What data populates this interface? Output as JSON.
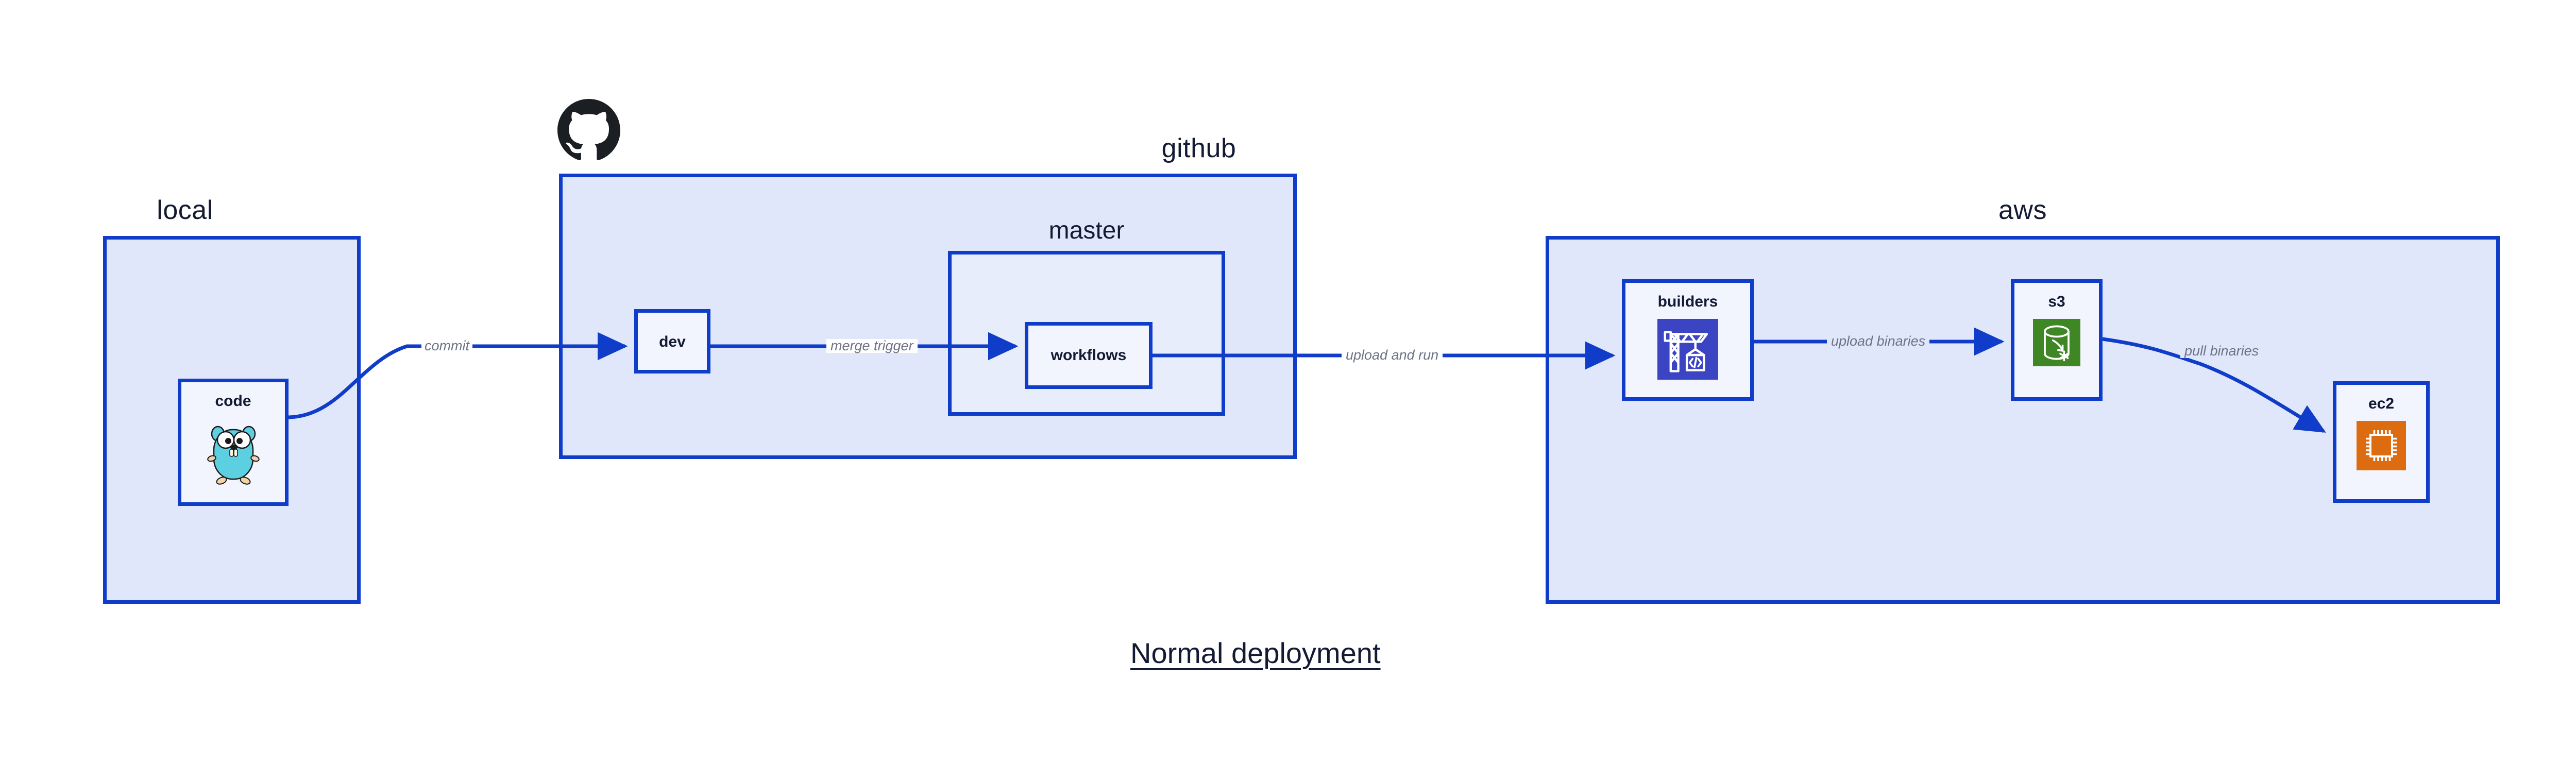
{
  "diagram": {
    "title": "Normal deployment",
    "accent_color": "#0f3cc9",
    "group_fill": "#e1e7fb",
    "node_fill": "#f2f5fe",
    "text_color": "#131a33",
    "edge_label_color": "#6d7385"
  },
  "groups": [
    {
      "id": "local",
      "label": "local"
    },
    {
      "id": "github",
      "label": "github"
    },
    {
      "id": "aws",
      "label": "aws"
    }
  ],
  "subgroups": [
    {
      "id": "master",
      "label": "master",
      "parent": "github"
    }
  ],
  "nodes": [
    {
      "id": "code",
      "label": "code",
      "icon": "go-gopher-icon",
      "parent": "local"
    },
    {
      "id": "dev",
      "label": "dev",
      "icon": null,
      "parent": "github"
    },
    {
      "id": "workflows",
      "label": "workflows",
      "icon": null,
      "parent": "master"
    },
    {
      "id": "builders",
      "label": "builders",
      "icon": "aws-codebuild-icon",
      "parent": "aws",
      "icon_color": "#3b45c4"
    },
    {
      "id": "s3",
      "label": "s3",
      "icon": "aws-s3-icon",
      "parent": "aws",
      "icon_color": "#3f8624"
    },
    {
      "id": "ec2",
      "label": "ec2",
      "icon": "aws-ec2-icon",
      "parent": "aws",
      "icon_color": "#dd6b10"
    }
  ],
  "edges": [
    {
      "id": "commit",
      "from": "code",
      "to": "dev",
      "label": "commit"
    },
    {
      "id": "merge-trigger",
      "from": "dev",
      "to": "workflows",
      "label": "merge trigger"
    },
    {
      "id": "upload-and-run",
      "from": "workflows",
      "to": "builders",
      "label": "upload and run"
    },
    {
      "id": "upload-binaries",
      "from": "builders",
      "to": "s3",
      "label": "upload binaries"
    },
    {
      "id": "pull-binaries",
      "from": "s3",
      "to": "ec2",
      "label": "pull binaries"
    }
  ],
  "logos": [
    {
      "id": "github-logo",
      "name": "github-octocat-logo",
      "color": "#1b1f23"
    }
  ]
}
